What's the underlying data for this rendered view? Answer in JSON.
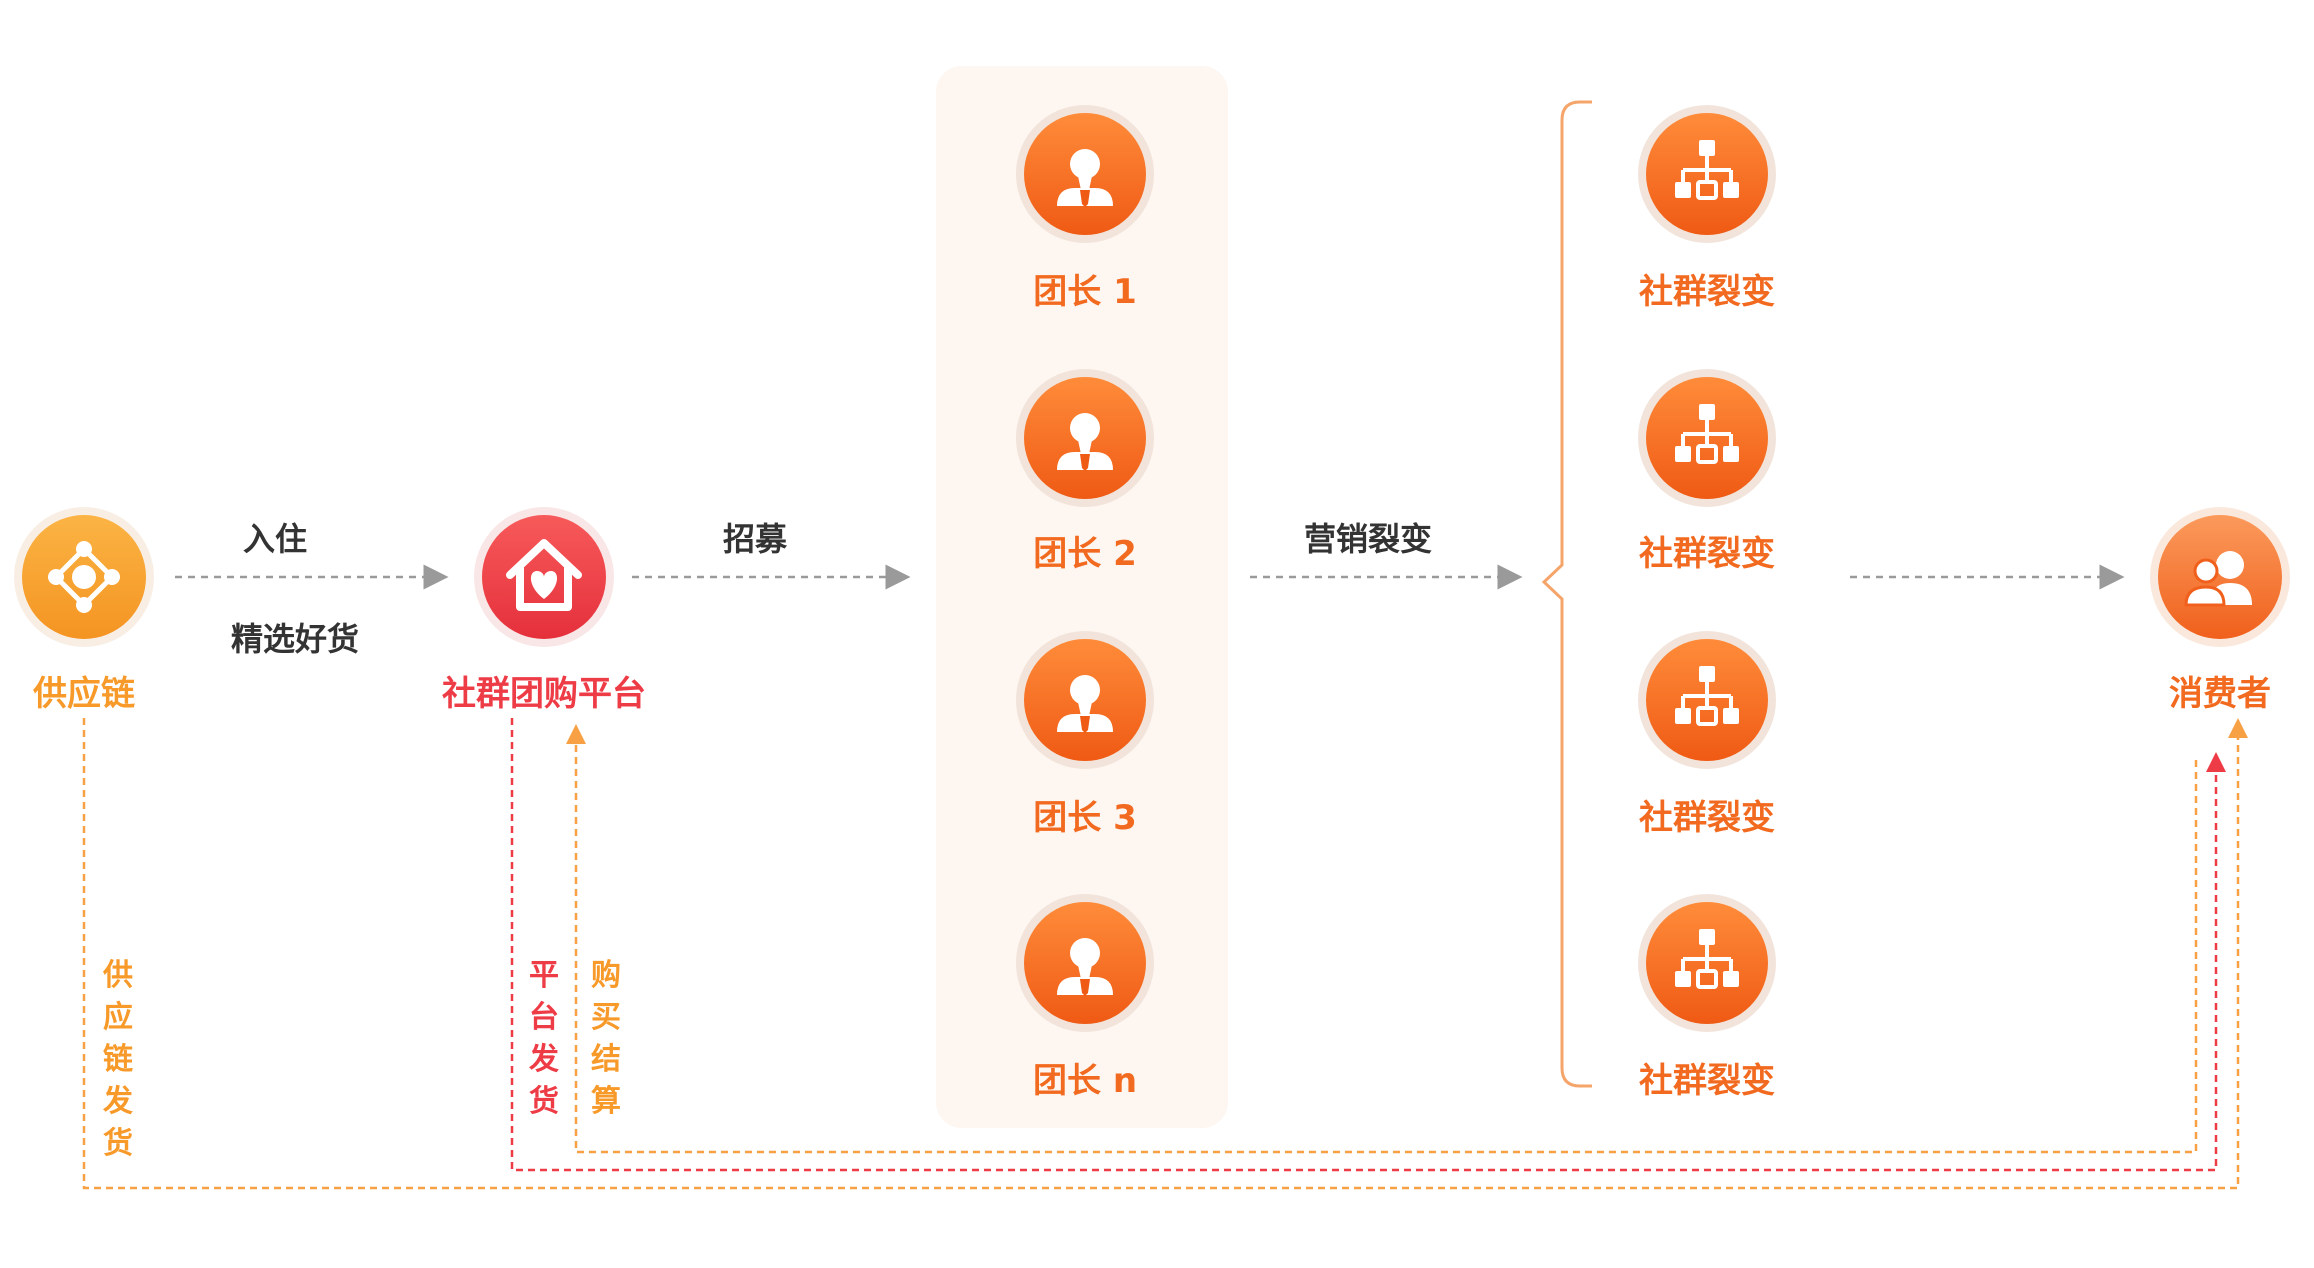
{
  "supply_chain": {
    "label": "供应链",
    "color": "#f7a330"
  },
  "platform": {
    "label": "社群团购平台",
    "color": "#ee3c47"
  },
  "leaders": [
    "团长 1",
    "团长 2",
    "团长 3",
    "团长 n"
  ],
  "fission": [
    "社群裂变",
    "社群裂变",
    "社群裂变",
    "社群裂变"
  ],
  "consumer": {
    "label": "消费者",
    "color": "#f26a1f"
  },
  "edges": {
    "settle_in": "入住",
    "select_goods": "精选好货",
    "recruit": "招募",
    "marketing_fission": "营销裂变"
  },
  "returns": {
    "supply_ship": "供应链发货",
    "platform_ship": "平台发货",
    "purchase_settle": "购买结算"
  },
  "colors": {
    "leader_orange": "#f26a1f",
    "panel_bg": "#fdf6f1",
    "arrow_gray": "#9a9a9a",
    "text_dark": "#333333"
  },
  "icons": {
    "supply_chain": "supply-network-icon",
    "platform": "house-heart-icon",
    "leader": "person-tie-icon",
    "fission": "hierarchy-icon",
    "consumer": "users-icon"
  }
}
